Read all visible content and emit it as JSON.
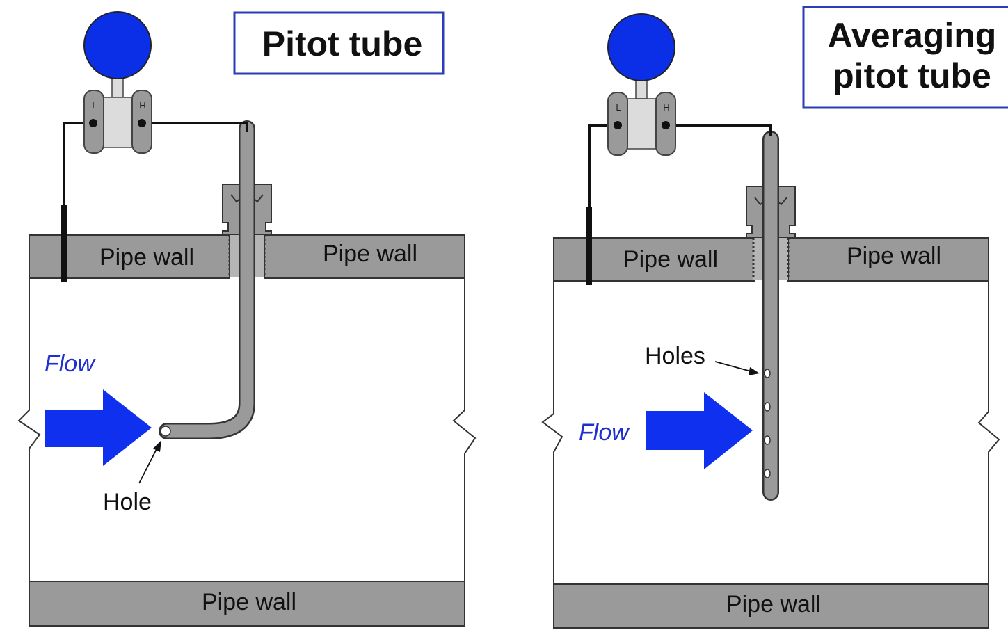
{
  "left_panel": {
    "title": "Pitot tube",
    "wall_top_left": "Pipe wall",
    "wall_top_right": "Pipe wall",
    "wall_bottom": "Pipe wall",
    "flow_label": "Flow",
    "hole_label": "Hole",
    "port_low": "L",
    "port_high": "H"
  },
  "right_panel": {
    "title_line1": "Averaging",
    "title_line2": "pitot tube",
    "wall_top_left": "Pipe wall",
    "wall_top_right": "Pipe wall",
    "wall_bottom": "Pipe wall",
    "flow_label": "Flow",
    "holes_label": "Holes",
    "port_low": "L",
    "port_high": "H"
  },
  "colors": {
    "gauge_blue": "#0b2fe6",
    "arrow_blue": "#1030f0",
    "wall_gray": "#9a9a9a",
    "tube_gray": "#8c8c8c",
    "title_border": "#2b3cb8"
  }
}
